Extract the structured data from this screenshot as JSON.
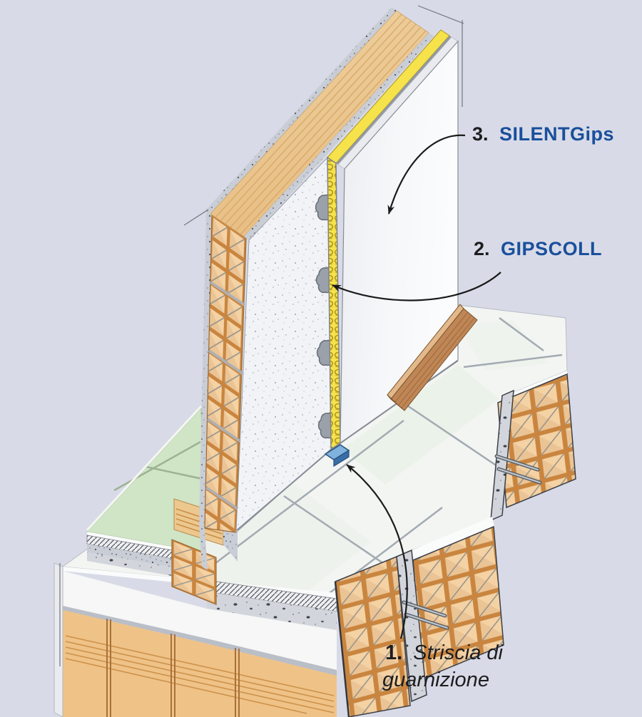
{
  "theme": {
    "background": "#d8dbe7",
    "label_blue": "#1a4f9c",
    "label_black": "#1d1d1f",
    "clay_fill": "#f4d2a4",
    "clay_frame": "#c9853f",
    "clay_top": "#ecc88f",
    "insulation_yellow": "#f6e24a",
    "panel_white": "#f4f5f7",
    "plaster_gray": "#c9cdd6",
    "tile_white": "#f3f5f2",
    "tile_green": "#cfe5c6",
    "gasket_blue": "#4f86bd",
    "wood_brown": "#c08656",
    "arrow_black": "#1b1b1b"
  },
  "labels": {
    "silentgips": {
      "number": "3.",
      "text": "SILENTGips"
    },
    "gipscoll": {
      "number": "2.",
      "text": "GIPSCOLL"
    },
    "gasket": {
      "number": "1.",
      "line1": "Striscia di",
      "line2": "guarnizione"
    }
  }
}
